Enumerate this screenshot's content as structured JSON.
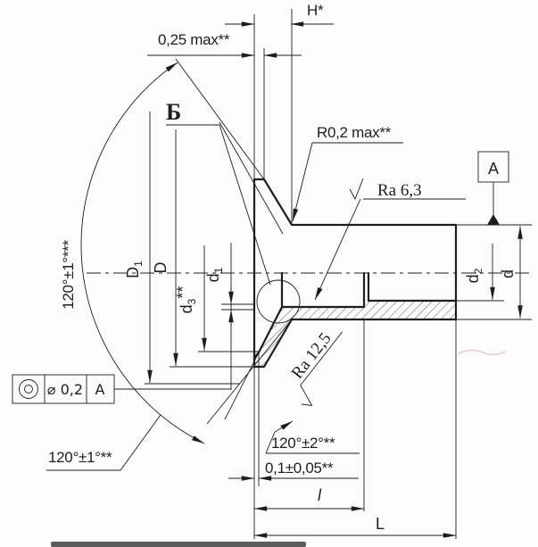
{
  "labels": {
    "head_height": "H*",
    "land_width": "0,25 max**",
    "detail_view": "Б",
    "fillet_radius": "R0,2 max**",
    "roughness_bore": "Ra 6,3",
    "roughness_flare": "Ra 12,5",
    "datum_flag": "A",
    "head_angle_side": "120°±1°***",
    "head_angle_bottom": "120°±1°**",
    "flare_angle": "120°±2°**",
    "flare_depth": "0,1±0,05**"
  },
  "dims": {
    "D1": {
      "base": "D",
      "sub": "1"
    },
    "D": {
      "base": "D"
    },
    "d3": {
      "base": "d",
      "sub": "3",
      "suffix": "**"
    },
    "d1": {
      "base": "d",
      "sub": "1"
    },
    "d2": {
      "base": "d",
      "sub": "2"
    },
    "d": {
      "base": "d"
    },
    "l": {
      "base": "l"
    },
    "L": {
      "base": "L"
    }
  },
  "tolerance_frame": {
    "symbol_name": "concentricity-symbol",
    "value": "⌀ 0,2",
    "datum": "A"
  },
  "colors": {
    "ink": "#1e1e1e",
    "paper": "#fcfcfa"
  }
}
